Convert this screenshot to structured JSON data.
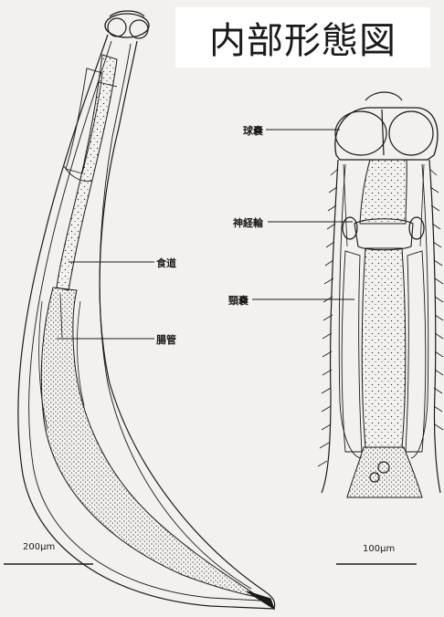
{
  "title": "内部形態図",
  "left_figure": {
    "labels": {
      "esophagus": "食道",
      "intestine": "腸管"
    },
    "scale_bar": "200μm"
  },
  "right_figure": {
    "labels": {
      "cephalic_bulb": "球嚢",
      "nerve_ring": "神経輪",
      "cervical_sac": "頸嚢"
    },
    "scale_bar": "100μm"
  }
}
